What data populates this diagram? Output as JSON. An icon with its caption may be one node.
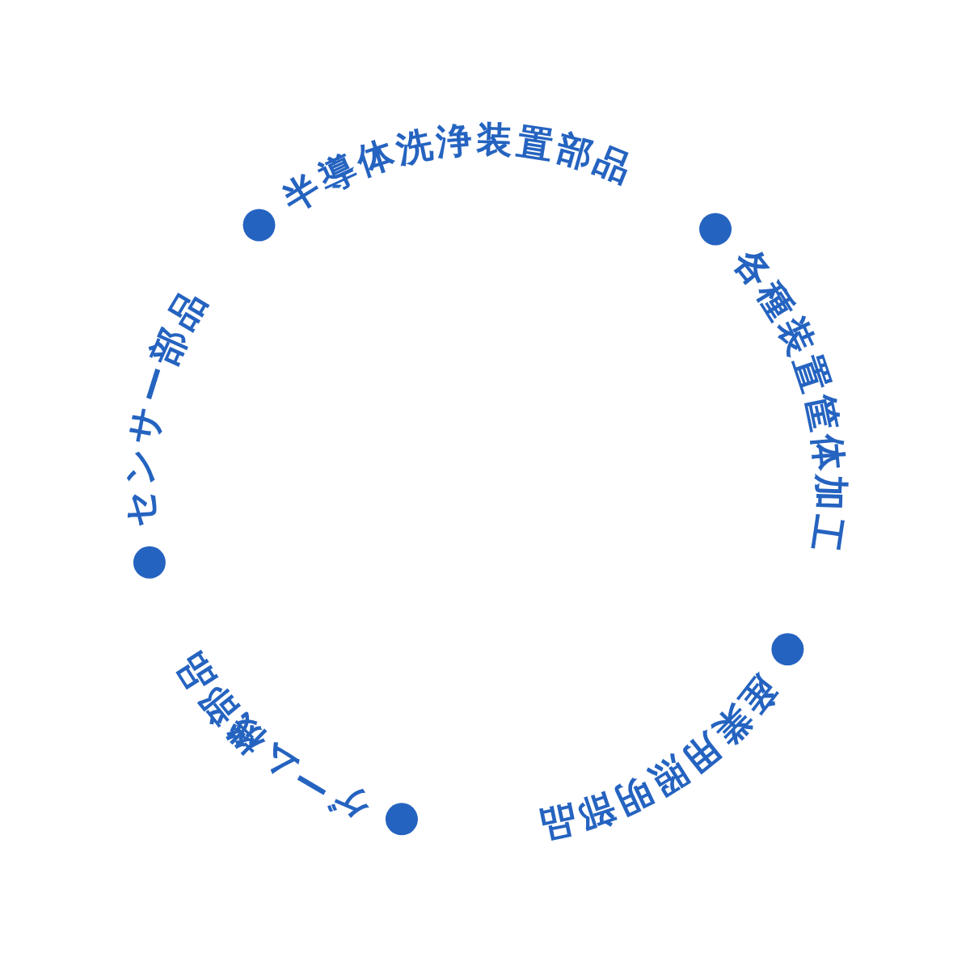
{
  "diagram": {
    "nodes": [
      {
        "text": [],
        "shape": "circle",
        "beside": [
          "半導体洗浄装置部品"
        ]
      },
      {
        "text": [],
        "shape": "circle",
        "beside": [
          "各種装置筐体加工"
        ]
      },
      {
        "text": [],
        "shape": "circle",
        "beside": [
          "産業用照明部品"
        ]
      },
      {
        "text": [],
        "shape": "circle",
        "beside": [
          "ゲーム機部品"
        ]
      },
      {
        "text": [],
        "shape": "circle",
        "beside": [
          "センサー部品"
        ]
      }
    ]
  }
}
